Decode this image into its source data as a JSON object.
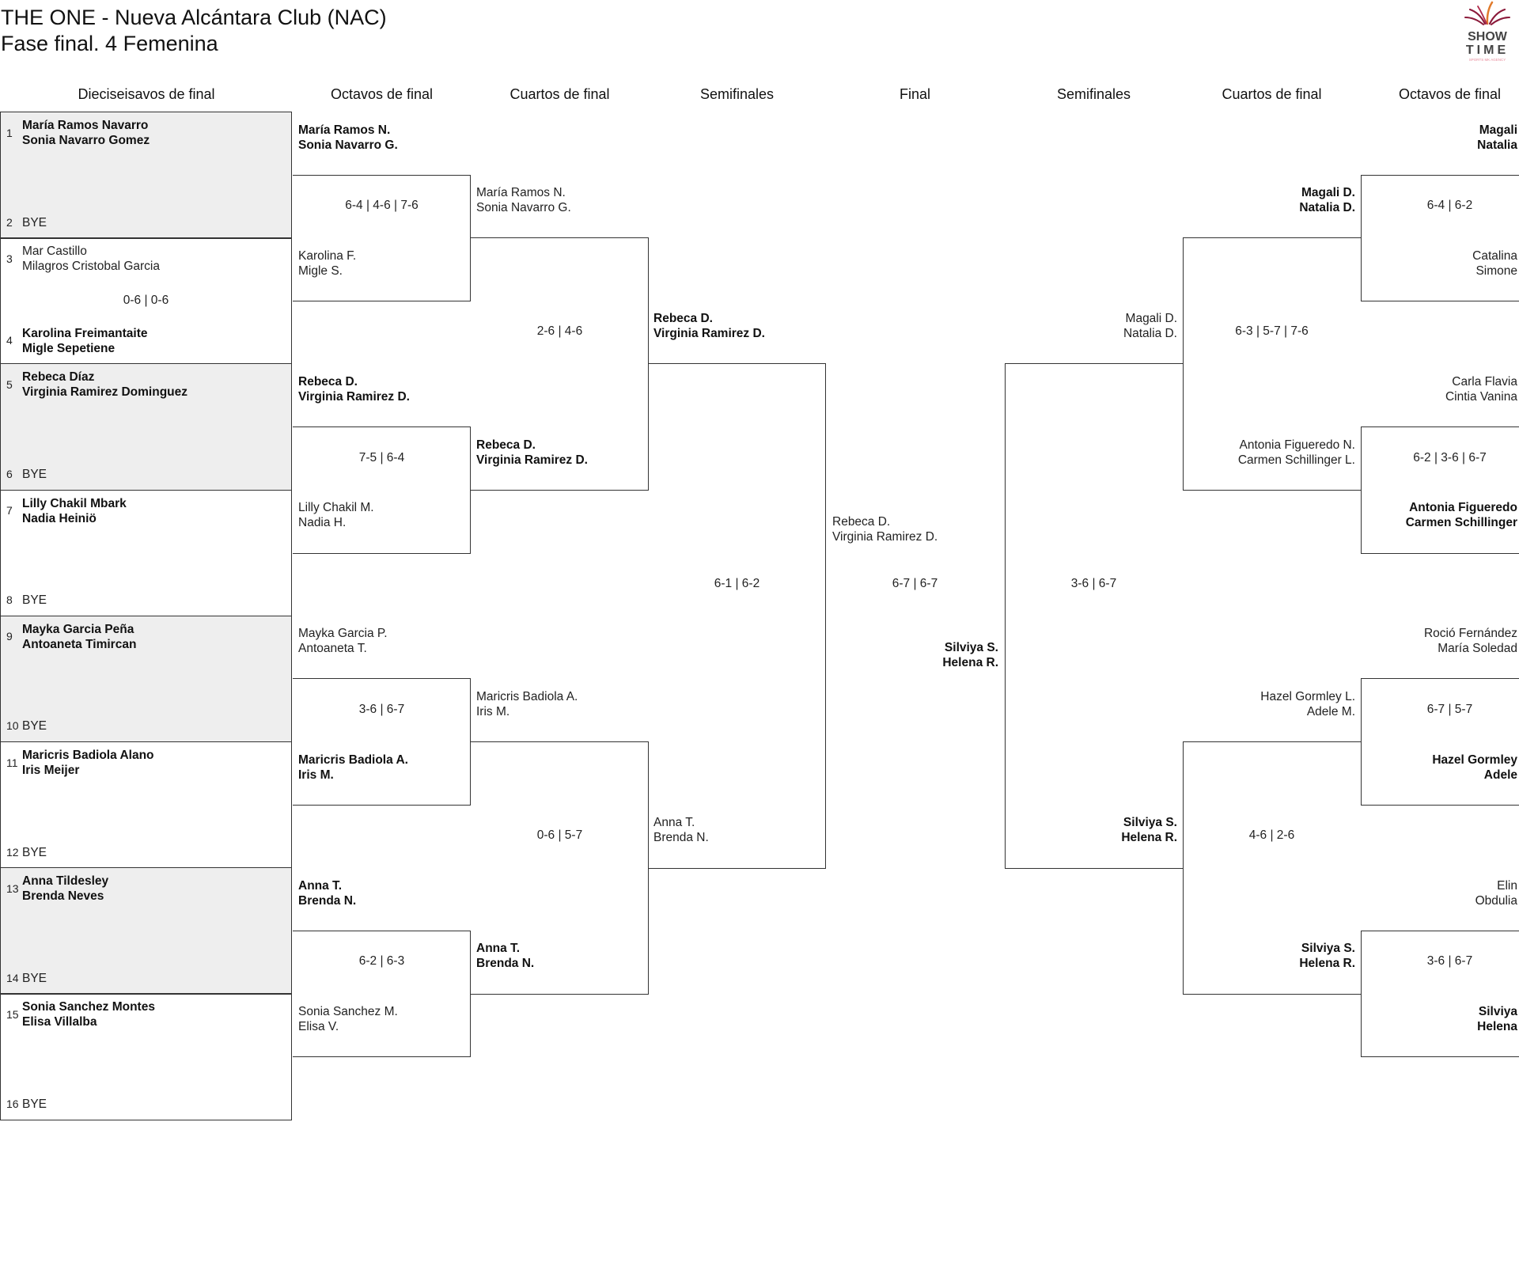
{
  "header": {
    "title": "THE ONE - Nueva Alcántara Club (NAC)",
    "subtitle": "Fase final. 4 Femenina"
  },
  "logo": {
    "line1": "SHOW",
    "line2": "TIME",
    "tagline": "SPORTS MK AGENCY",
    "colors": {
      "dark": "#8b1a3a",
      "accent": "#e07a2c",
      "text": "#444444",
      "tagline": "#e88a9a"
    }
  },
  "round_headers": [
    "Dieciseisavos de final",
    "Octavos de final",
    "Cuartos de final",
    "Semifinales",
    "Final",
    "Semifinales",
    "Cuartos de final",
    "Octavos de final"
  ],
  "dieciseisavos": [
    {
      "top": {
        "seed": "1",
        "names": [
          "María Ramos Navarro",
          "Sonia Navarro Gomez"
        ],
        "winner": true
      },
      "bottom": {
        "seed": "2",
        "names": [
          "BYE"
        ],
        "winner": false
      },
      "score": ""
    },
    {
      "top": {
        "seed": "3",
        "names": [
          "Mar Castillo",
          "Milagros Cristobal Garcia"
        ],
        "winner": false
      },
      "bottom": {
        "seed": "4",
        "names": [
          "Karolina Freimantaite",
          "Migle Sepetiene"
        ],
        "winner": true
      },
      "score": "0-6 | 0-6"
    },
    {
      "top": {
        "seed": "5",
        "names": [
          "Rebeca Díaz",
          "Virginia Ramirez Dominguez"
        ],
        "winner": true
      },
      "bottom": {
        "seed": "6",
        "names": [
          "BYE"
        ],
        "winner": false
      },
      "score": ""
    },
    {
      "top": {
        "seed": "7",
        "names": [
          "Lilly Chakil Mbark",
          "Nadia Heiniö"
        ],
        "winner": true
      },
      "bottom": {
        "seed": "8",
        "names": [
          "BYE"
        ],
        "winner": false
      },
      "score": ""
    },
    {
      "top": {
        "seed": "9",
        "names": [
          "Mayka Garcia Peña",
          "Antoaneta Timircan"
        ],
        "winner": true
      },
      "bottom": {
        "seed": "10",
        "names": [
          "BYE"
        ],
        "winner": false
      },
      "score": ""
    },
    {
      "top": {
        "seed": "11",
        "names": [
          "Maricris Badiola Alano",
          "Iris Meijer"
        ],
        "winner": true
      },
      "bottom": {
        "seed": "12",
        "names": [
          "BYE"
        ],
        "winner": false
      },
      "score": ""
    },
    {
      "top": {
        "seed": "13",
        "names": [
          "Anna Tildesley",
          "Brenda Neves"
        ],
        "winner": true
      },
      "bottom": {
        "seed": "14",
        "names": [
          "BYE"
        ],
        "winner": false
      },
      "score": ""
    },
    {
      "top": {
        "seed": "15",
        "names": [
          "Sonia Sanchez Montes",
          "Elisa Villalba"
        ],
        "winner": true
      },
      "bottom": {
        "seed": "16",
        "names": [
          "BYE"
        ],
        "winner": false
      },
      "score": ""
    }
  ],
  "left": {
    "octavos": {
      "entries": [
        {
          "names": [
            "María Ramos N.",
            "Sonia Navarro G."
          ],
          "winner": true
        },
        {
          "names": [
            "Karolina F.",
            "Migle S."
          ],
          "winner": false
        },
        {
          "names": [
            "Rebeca D.",
            "Virginia Ramirez D."
          ],
          "winner": true
        },
        {
          "names": [
            "Lilly Chakil M.",
            "Nadia H."
          ],
          "winner": false
        },
        {
          "names": [
            "Mayka Garcia P.",
            "Antoaneta T."
          ],
          "winner": false
        },
        {
          "names": [
            "Maricris Badiola A.",
            "Iris M."
          ],
          "winner": true
        },
        {
          "names": [
            "Anna T.",
            "Brenda N."
          ],
          "winner": true
        },
        {
          "names": [
            "Sonia Sanchez M.",
            "Elisa V."
          ],
          "winner": false
        }
      ],
      "scores": [
        "6-4 | 4-6 | 7-6",
        "7-5 | 6-4",
        "3-6 | 6-7",
        "6-2 | 6-3"
      ]
    },
    "cuartos": {
      "entries": [
        {
          "names": [
            "María Ramos N.",
            "Sonia Navarro G."
          ],
          "winner": false
        },
        {
          "names": [
            "Rebeca D.",
            "Virginia Ramirez D."
          ],
          "winner": true
        },
        {
          "names": [
            "Maricris Badiola A.",
            "Iris M."
          ],
          "winner": false
        },
        {
          "names": [
            "Anna T.",
            "Brenda N."
          ],
          "winner": true
        }
      ],
      "scores": [
        "2-6 | 4-6",
        "0-6 | 5-7"
      ]
    },
    "semis": {
      "entries": [
        {
          "names": [
            "Rebeca D.",
            "Virginia Ramirez D."
          ],
          "winner": true
        },
        {
          "names": [
            "Anna T.",
            "Brenda N."
          ],
          "winner": false
        }
      ],
      "scores": [
        "6-1 | 6-2"
      ]
    }
  },
  "final": {
    "left": {
      "names": [
        "Rebeca D.",
        "Virginia Ramirez D."
      ],
      "winner": false
    },
    "right": {
      "names": [
        "Silviya S.",
        "Helena R."
      ],
      "winner": true
    },
    "score": "6-7 | 6-7"
  },
  "right": {
    "semis": {
      "entries": [
        {
          "names": [
            "Magali D.",
            "Natalia D."
          ],
          "winner": false
        },
        {
          "names": [
            "Silviya S.",
            "Helena R."
          ],
          "winner": true
        }
      ],
      "scores": [
        "3-6 | 6-7"
      ]
    },
    "cuartos": {
      "entries": [
        {
          "names": [
            "Magali D.",
            "Natalia D."
          ],
          "winner": true
        },
        {
          "names": [
            "Antonia Figueredo N.",
            "Carmen Schillinger L."
          ],
          "winner": false
        },
        {
          "names": [
            "Hazel Gormley L.",
            "Adele M."
          ],
          "winner": false
        },
        {
          "names": [
            "Silviya S.",
            "Helena R."
          ],
          "winner": true
        }
      ],
      "scores": [
        "6-3 | 5-7 | 7-6",
        "4-6 | 2-6"
      ]
    },
    "octavos": {
      "entries": [
        {
          "names": [
            "Magali",
            "Natalia"
          ],
          "winner": true
        },
        {
          "names": [
            "Catalina",
            "Simone"
          ],
          "winner": false
        },
        {
          "names": [
            "Carla Flavia",
            "Cintia Vanina"
          ],
          "winner": false
        },
        {
          "names": [
            "Antonia Figueredo",
            "Carmen Schillinger"
          ],
          "winner": true
        },
        {
          "names": [
            "Roció Fernández",
            "María Soledad"
          ],
          "winner": false
        },
        {
          "names": [
            "Hazel Gormley",
            "Adele"
          ],
          "winner": true
        },
        {
          "names": [
            "Elin",
            "Obdulia"
          ],
          "winner": false
        },
        {
          "names": [
            "Silviya",
            "Helena"
          ],
          "winner": true
        }
      ],
      "scores": [
        "6-4 | 6-2",
        "6-2 | 3-6 | 6-7",
        "6-7 | 5-7",
        "3-6 | 6-7"
      ]
    }
  }
}
